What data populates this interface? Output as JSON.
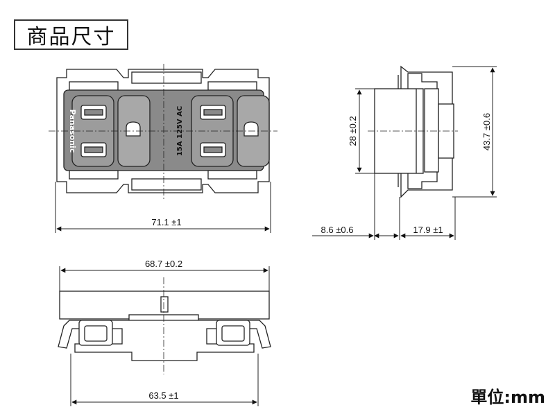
{
  "title": "商品尺寸",
  "unit": "單位:mm",
  "front_view": {
    "brand": "Panasonic",
    "rating": "15A 125V AC",
    "width_dim": "71.1 ±1"
  },
  "side_view": {
    "body_height_dim": "28 ±0.2",
    "total_height_dim": "43.7 ±0.6",
    "front_depth_dim": "8.6 ±0.6",
    "back_depth_dim": "17.9 ±1"
  },
  "bottom_view": {
    "top_width_dim": "68.7 ±0.2",
    "bottom_width_dim": "63.5 ±1"
  }
}
